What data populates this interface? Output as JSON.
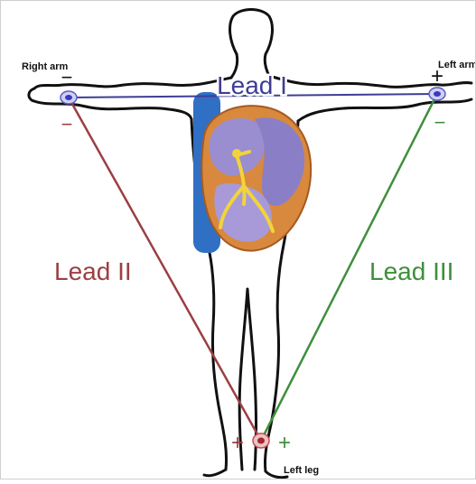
{
  "labels": {
    "right_arm": "Right arm",
    "left_arm": "Left arm",
    "left_leg": "Left leg",
    "lead_1": "Lead I",
    "lead_2": "Lead II",
    "lead_3": "Lead III"
  },
  "polarity": {
    "right_arm_top": "−",
    "right_arm_bottom": "−",
    "left_arm_top": "+",
    "left_arm_bottom": "−",
    "left_leg_left": "+",
    "left_leg_right": "+"
  },
  "colors": {
    "lead_1": "#3f3d94",
    "lead_2": "#9b3f43",
    "lead_3": "#3f8f3b",
    "body_outline": "#111111",
    "vena_cava": "#2f6fc4",
    "electrode_arm": "#5b58c9",
    "electrode_leg": "#c24a52"
  }
}
